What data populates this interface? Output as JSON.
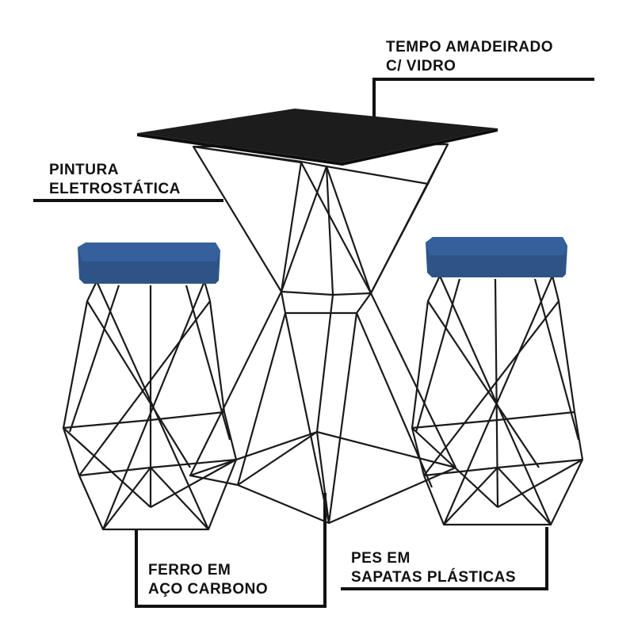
{
  "callouts": {
    "tempo": {
      "line1": "TEMPO AMADEIRADO",
      "line2": "C/ VIDRO"
    },
    "pintura": {
      "line1": "PINTURA",
      "line2": "ELETROSTÁTICA"
    },
    "ferro": {
      "line1": "FERRO EM",
      "line2": "AÇO CARBONO"
    },
    "pes": {
      "line1": "PES EM",
      "line2": "SAPATAS PLÁSTICAS"
    }
  },
  "colors": {
    "tabletop": "#1c1c1c",
    "wire": "#1a1a1a",
    "cushion": "#2e5487",
    "leader": "#111111"
  }
}
